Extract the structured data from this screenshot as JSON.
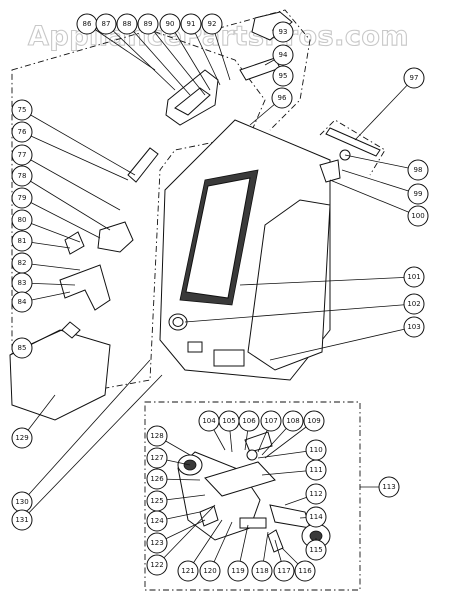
{
  "watermark": "AppliancePartsPros.com",
  "callouts": [
    "86",
    "87",
    "88",
    "89",
    "90",
    "91",
    "92",
    "93",
    "94",
    "95",
    "96",
    "97",
    "75",
    "76",
    "77",
    "78",
    "79",
    "80",
    "81",
    "82",
    "83",
    "84",
    "85",
    "98",
    "99",
    "100",
    "101",
    "102",
    "103",
    "104",
    "105",
    "106",
    "107",
    "108",
    "109",
    "128",
    "127",
    "110",
    "111",
    "113",
    "126",
    "125",
    "112",
    "124",
    "114",
    "123",
    "115",
    "122",
    "121",
    "120",
    "119",
    "118",
    "117",
    "116",
    "129",
    "130",
    "131"
  ]
}
